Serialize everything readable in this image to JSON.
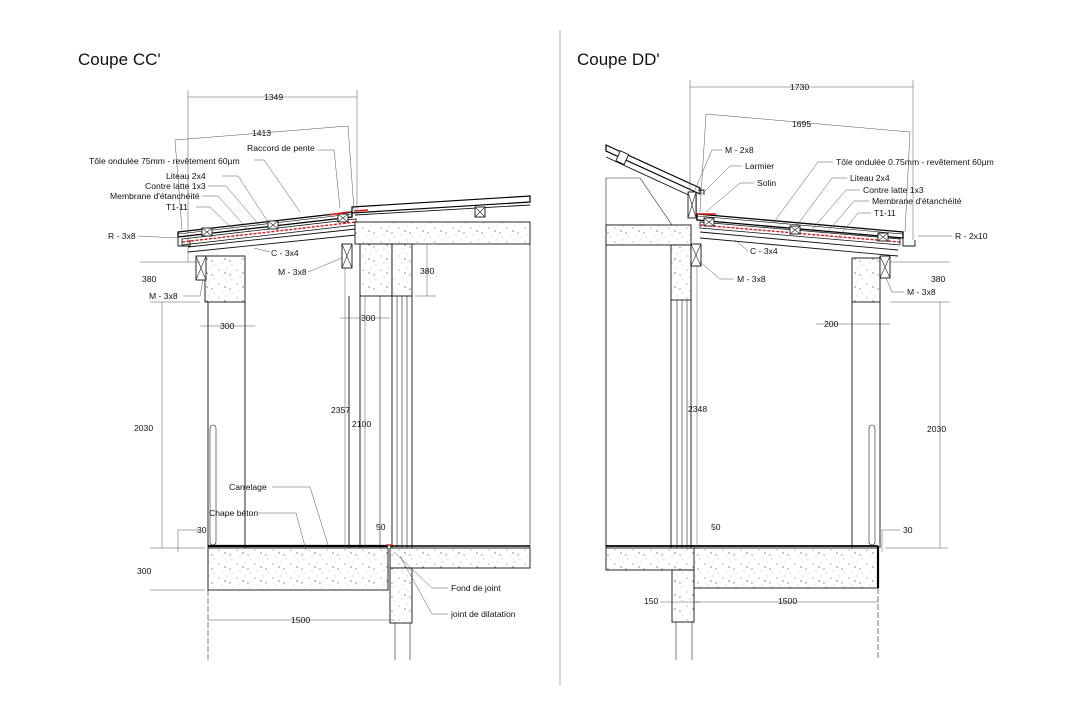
{
  "titles": {
    "left": "Coupe CC'",
    "right": "Coupe DD'"
  },
  "left": {
    "dims": {
      "d1349": "1349",
      "d1413": "1413",
      "d380": "380",
      "d380b": "380",
      "d300a": "300",
      "d300b": "300",
      "d2357": "2357",
      "d2100": "2100",
      "d2030": "2030",
      "d30": "30",
      "d50": "50",
      "d300c": "300",
      "d1500": "1500"
    },
    "labels": {
      "raccord": "Raccord de pente",
      "tole": "Tôle ondulée 75mm - revêtement 60µm",
      "liteau": "Liteau 2x4",
      "contre": "Contre latte 1x3",
      "membrane": "Membrane d'étanchéité",
      "t111": "T1-11",
      "r38": "R - 3x8",
      "c34": "C - 3x4",
      "m38a": "M - 3x8",
      "m38b": "M - 3x8",
      "carrelage": "Carrelage",
      "chape": "Chape béton",
      "fond": "Fond de joint",
      "joint": "joint de dilatation"
    }
  },
  "right": {
    "dims": {
      "d1730": "1730",
      "d1695": "1695",
      "d380": "380",
      "d200": "200",
      "d2348": "2348",
      "d2030": "2030",
      "d50": "50",
      "d30": "30",
      "d150": "150",
      "d1500": "1500"
    },
    "labels": {
      "m28": "M - 2x8",
      "larmier": "Larmier",
      "solin": "Solin",
      "tole": "Tôle ondulée 0.75mm - revêtement 60µm",
      "liteau": "Liteau 2x4",
      "contre": "Contre latte 1x3",
      "membrane": "Membrane d'étanchéité",
      "t111": "T1-11",
      "r210": "R - 2x10",
      "c34": "C - 3x4",
      "m38a": "M - 3x8",
      "m38b": "M - 3x8"
    }
  },
  "colors": {
    "accent": "#e01818",
    "ink": "#111111"
  }
}
